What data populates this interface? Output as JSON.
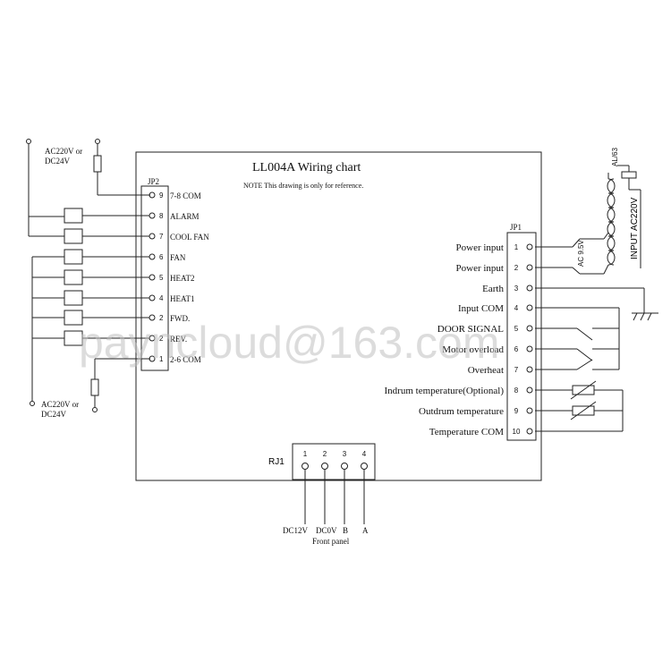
{
  "title": "LL004A Wiring chart",
  "note": "NOTE  This drawing is only for reference.",
  "jp2": {
    "label": "JP2",
    "pins": [
      {
        "num": "9",
        "label": "7-8 COM"
      },
      {
        "num": "8",
        "label": "ALARM"
      },
      {
        "num": "7",
        "label": "COOL FAN"
      },
      {
        "num": "6",
        "label": "FAN"
      },
      {
        "num": "5",
        "label": "HEAT2"
      },
      {
        "num": "4",
        "label": "HEAT1"
      },
      {
        "num": "2",
        "label": "FWD."
      },
      {
        "num": "2",
        "label": "REV."
      },
      {
        "num": "1",
        "label": "2-6  COM"
      }
    ]
  },
  "jp1": {
    "label": "JP1",
    "pins": [
      {
        "num": "1",
        "label": "Power input"
      },
      {
        "num": "2",
        "label": "Power input"
      },
      {
        "num": "3",
        "label": "Earth"
      },
      {
        "num": "4",
        "label": "Input COM"
      },
      {
        "num": "5",
        "label": "DOOR SIGNAL"
      },
      {
        "num": "6",
        "label": "Motor overload"
      },
      {
        "num": "7",
        "label": "Overheat"
      },
      {
        "num": "8",
        "label": "Indrum temperature(Optional)"
      },
      {
        "num": "9",
        "label": "Outdrum temperature"
      },
      {
        "num": "10",
        "label": "Temperature COM"
      }
    ]
  },
  "rj1": {
    "label": "RJ1",
    "pins": [
      "1",
      "2",
      "3",
      "4"
    ],
    "signals": [
      "DC12V",
      "DC0V",
      "B",
      "A"
    ],
    "caption": "Front panel"
  },
  "supply_top": [
    "AC220V or",
    "DC24V"
  ],
  "supply_bottom": [
    "AC220V or",
    "DC24V"
  ],
  "transformer": {
    "input_label": "INPUT AC220V",
    "fuse_label": "AL/63",
    "output_label": "AC 9.5V"
  },
  "watermark": "payncloud@163.com",
  "colors": {
    "line": "#222222",
    "fan_label": "#c0392b",
    "watermark": "#bfbfbf"
  }
}
